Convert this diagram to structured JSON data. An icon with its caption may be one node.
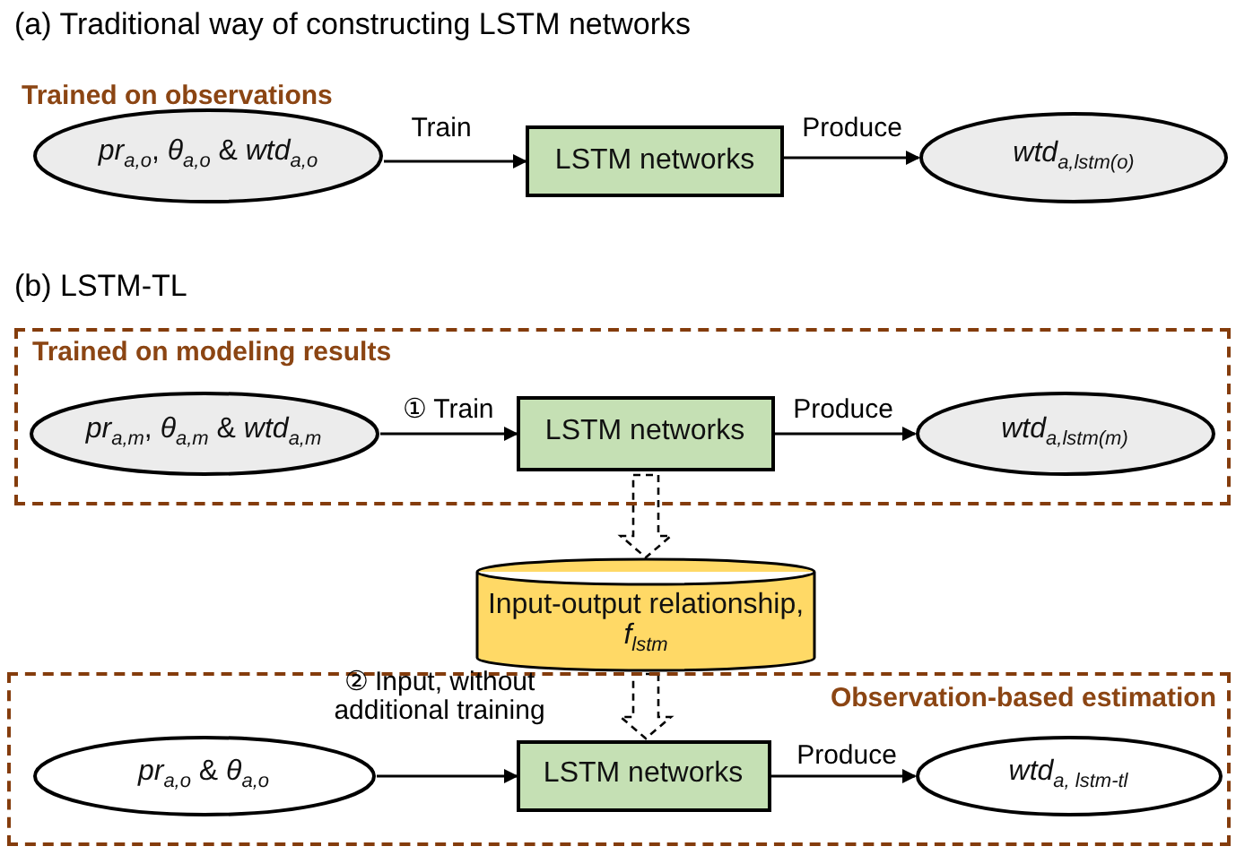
{
  "diagram": {
    "nodes": [
      {
        "text": [
          "*pr*$_{a,o}$, *θ*$_{a,o}$ & *wtd*$_{a,o}$"
        ]
      },
      {
        "text": [
          "LSTM networks"
        ]
      },
      {
        "text": [
          "*wtd*$_{a,lstm(o)}$"
        ]
      },
      {
        "text": [
          "Trained on modeling results"
        ]
      },
      {
        "text": [
          "*pr*$_{a,m}$, *θ*$_{a,m}$ & *wtd*$_{a,m}$"
        ],
        "in": 3
      },
      {
        "text": [
          "LSTM networks"
        ],
        "in": 3
      },
      {
        "text": [
          "*wtd*$_{a,lstm(m)}$"
        ],
        "in": 3
      },
      {
        "text": [
          "Input-output relationship, *f*$_{lstm}$"
        ]
      },
      {
        "text": [
          "Observation-based estimation"
        ]
      },
      {
        "text": [
          "*pr*$_{a,o}$ & *θ*$_{a,o}$"
        ],
        "in": 8
      },
      {
        "text": [
          "LSTM networks"
        ],
        "in": 8
      },
      {
        "text": [
          "*wtd*$_{a, lstm-tl}$"
        ],
        "in": 8
      }
    ],
    "edges": [
      {
        "from": 0,
        "to": 1,
        "arrow": "to",
        "label": "Train"
      },
      {
        "from": 1,
        "to": 2,
        "arrow": "to",
        "label": "Produce"
      },
      {
        "from": 4,
        "to": 5,
        "arrow": "to",
        "label": "① Train"
      },
      {
        "from": 5,
        "to": 6,
        "arrow": "to",
        "label": "Produce"
      },
      {
        "from": 5,
        "to": 7,
        "arrow": "to",
        "style": "dashed"
      },
      {
        "from": 7,
        "to": 10,
        "arrow": "to",
        "style": "dashed"
      },
      {
        "from": 9,
        "to": 10,
        "arrow": "to",
        "label": "② Input, without additional training"
      },
      {
        "from": 10,
        "to": 11,
        "arrow": "to",
        "label": "Produce"
      }
    ],
    "labels": [
      "(a) Traditional way of constructing LSTM networks",
      "Trained on observations",
      "(b) LSTM-TL"
    ]
  }
}
